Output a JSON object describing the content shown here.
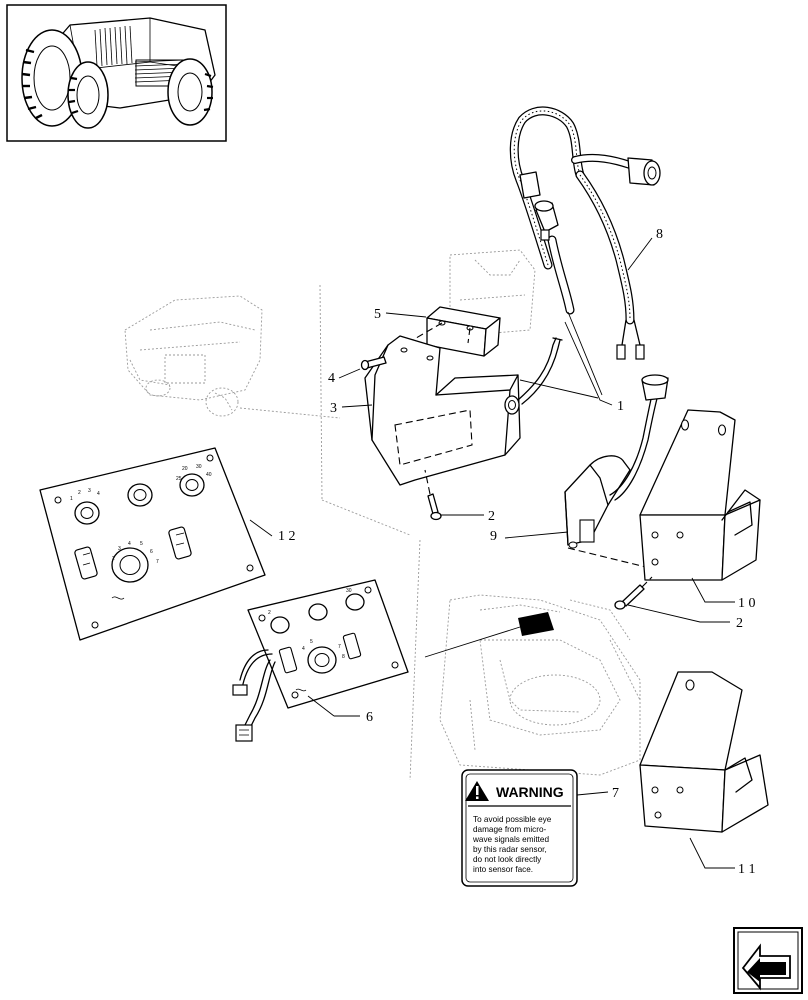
{
  "callouts": [
    {
      "id": "c1",
      "text": "1"
    },
    {
      "id": "c2a",
      "text": "2"
    },
    {
      "id": "c2b",
      "text": "2"
    },
    {
      "id": "c3",
      "text": "3"
    },
    {
      "id": "c4",
      "text": "4"
    },
    {
      "id": "c5",
      "text": "5"
    },
    {
      "id": "c6",
      "text": "6"
    },
    {
      "id": "c7",
      "text": "7"
    },
    {
      "id": "c8",
      "text": "8"
    },
    {
      "id": "c9",
      "text": "9"
    },
    {
      "id": "c10",
      "text": "1 0"
    },
    {
      "id": "c11",
      "text": "1 1"
    },
    {
      "id": "c12",
      "text": "1 2"
    }
  ],
  "warning_label": {
    "title": "WARNING",
    "lines": [
      "To avoid possible eye",
      "damage from micro-",
      "wave signals emitted",
      "by this radar sensor,",
      "do not look directly",
      "into sensor face."
    ]
  },
  "icons": {
    "thumbnail": "tractor-thumbnail-icon",
    "nav": "next-page-arrow-icon"
  }
}
